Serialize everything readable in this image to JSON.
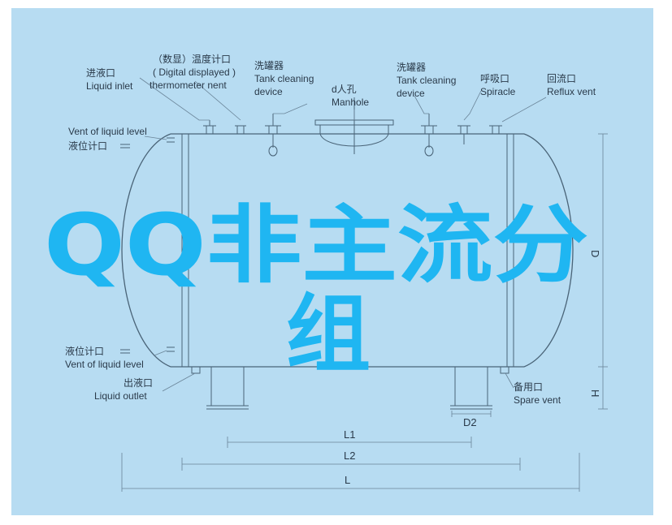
{
  "colors": {
    "background": "#b7dcf2",
    "frame": "#ffffff",
    "lines": "#4a6478",
    "overlay_text": "#1fb6f2"
  },
  "overlay": {
    "line1": "QQ非主流分",
    "line2": "组"
  },
  "labels": {
    "liquid_inlet_cn": "进液口",
    "liquid_inlet_en": "Liquid inlet",
    "thermometer_cn": "（数显）温度计口",
    "thermometer_en1": "( Digital displayed )",
    "thermometer_en2": "thermometer nent",
    "tank_cleaning_left_cn": "洗罐器",
    "tank_cleaning_left_en1": "Tank cleaning",
    "tank_cleaning_left_en2": "device",
    "manhole_cn": "d人孔",
    "manhole_en": "Manhole",
    "tank_cleaning_right_cn": "洗罐器",
    "tank_cleaning_right_en1": "Tank cleaning",
    "tank_cleaning_right_en2": "device",
    "spiracle_cn": "呼吸口",
    "spiracle_en": "Spiracle",
    "reflux_vent_cn": "回流口",
    "reflux_vent_en": "Reflux vent",
    "vent_level_top_en": "Vent of liquid level",
    "vent_level_top_cn": "液位计口",
    "vent_level_bottom_cn": "液位计口",
    "vent_level_bottom_en": "Vent of liquid level",
    "liquid_outlet_cn": "出液口",
    "liquid_outlet_en": "Liquid outlet",
    "spare_vent_cn": "备用口",
    "spare_vent_en": "Spare vent"
  },
  "dimensions": {
    "L1": "L1",
    "L2": "L2",
    "L": "L",
    "D2": "D2",
    "D": "D",
    "H": "H"
  }
}
